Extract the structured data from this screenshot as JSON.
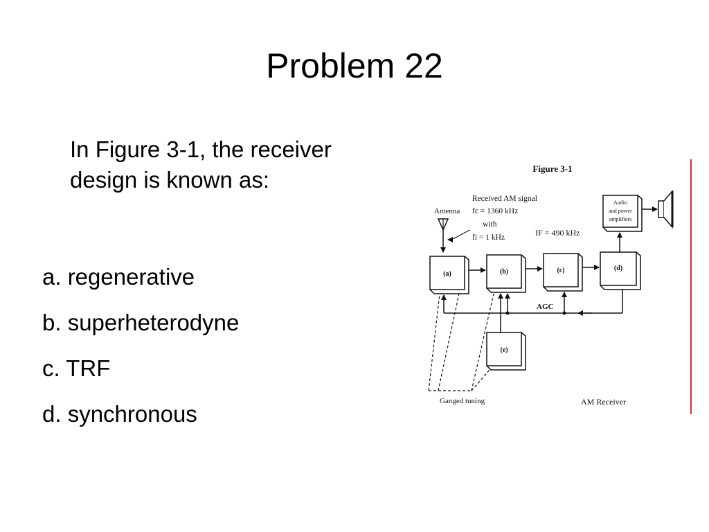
{
  "slide": {
    "title": "Problem 22",
    "question_lines": [
      "In Figure 3-1, the receiver",
      "design is known as:"
    ],
    "options": [
      "a. regenerative",
      "b. superheterodyne",
      "c. TRF",
      "d. synchronous"
    ]
  },
  "figure": {
    "caption": "Figure 3-1",
    "antenna_label": "Antenna",
    "signal_lines": [
      "Received AM signal",
      "fc = 1360 kHz",
      "with",
      "fi = 1 kHz"
    ],
    "if_label": "IF = 490 kHz",
    "agc_label": "AGC",
    "block_labels": [
      "(a)",
      "(b)",
      "(c)",
      "(d)",
      "(e)"
    ],
    "audio_lines": [
      "Audio",
      "and power",
      "amplifiers"
    ],
    "ganged_label": "Ganged tuning",
    "receiver_label": "AM Receiver"
  }
}
